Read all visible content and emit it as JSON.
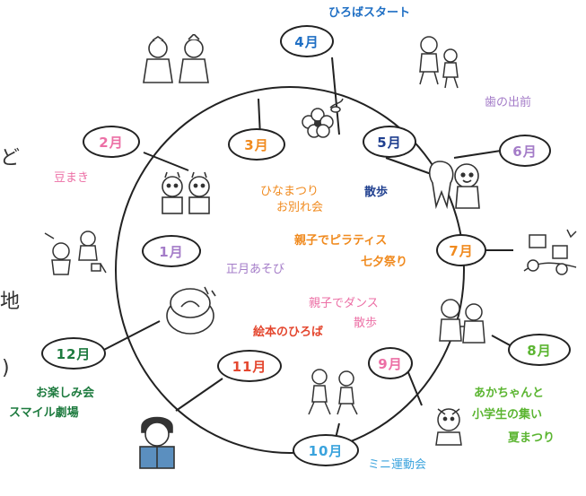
{
  "months": {
    "jan": "1月",
    "feb": "2月",
    "mar": "3月",
    "apr": "4月",
    "may": "5月",
    "jun": "6月",
    "jul": "7月",
    "aug": "8月",
    "sep": "9月",
    "oct": "10月",
    "nov": "11月",
    "dec": "12月"
  },
  "events": {
    "apr_start": "ひろばスタート",
    "jun_dental": "歯の出前",
    "feb_mamemaki": "豆まき",
    "mar_hinamatsuri": "ひなまつり",
    "mar_farewell": "お別れ会",
    "may_walk": "散歩",
    "jan_play": "正月あそび",
    "jul_pilates": "親子でピラティス",
    "jul_tanabata": "七夕祭り",
    "sep_dance": "親子でダンス",
    "sep_walk": "散歩",
    "nov_picturebook": "絵本のひろば",
    "dec_fun": "お楽しみ会",
    "dec_smile": "スマイル劇場",
    "aug_baby": "あかちゃんと",
    "aug_kids": "小学生の集い",
    "aug_festival": "夏まつり",
    "oct_sports": "ミニ運動会"
  },
  "fragments": {
    "left_1": "ど",
    "left_2": "地",
    "left_3": ")"
  },
  "colors": {
    "pink": "#ec6fa5",
    "blue": "#1f6fc4",
    "orange": "#f08a1e",
    "purple": "#a47cc8",
    "red": "#e4472f",
    "dark_green": "#1e7b3f",
    "green": "#5bb531",
    "navy": "#1f3f8f",
    "sky": "#3aa3dd",
    "gray_green": "#6a8e5e"
  },
  "icons": [
    "hina-dolls-icon",
    "cherry-blossom-icon",
    "kids-walking-icon",
    "oni-mask-kids-icon",
    "tooth-kids-icon",
    "new-year-kids-icon",
    "tanabata-kids-icon",
    "children-dancing-icon",
    "mochi-icon",
    "relay-kids-icon",
    "reading-child-icon",
    "festival-kid-icon"
  ]
}
